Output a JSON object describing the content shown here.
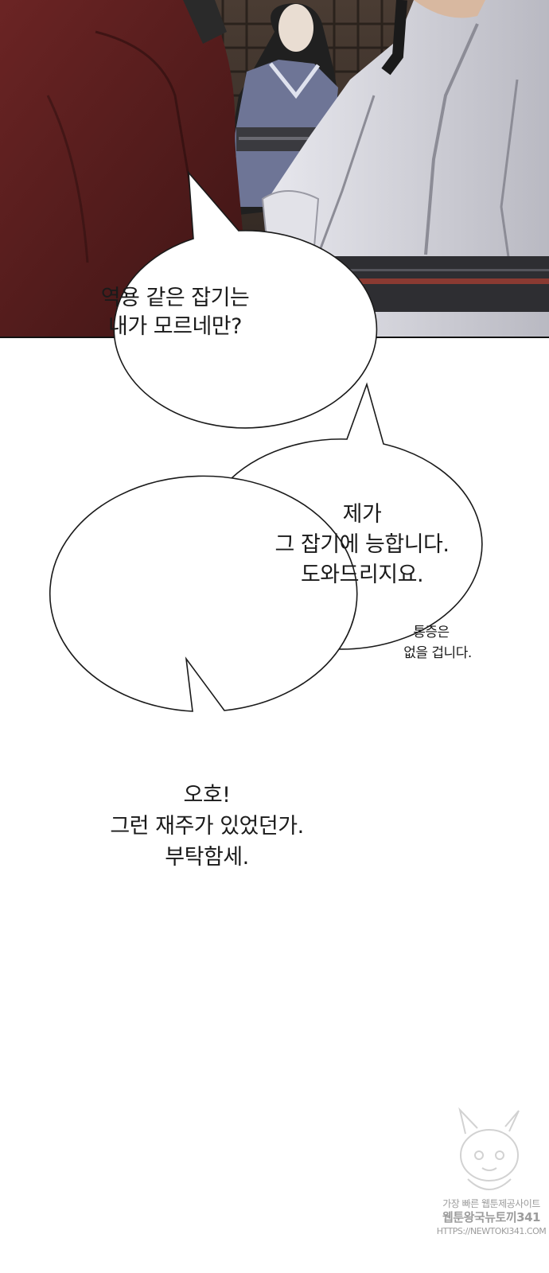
{
  "panel": {
    "icons": [
      "red-robed-figure",
      "woman-in-blue-robe",
      "man-in-white-robe",
      "wooden-lattice-background"
    ]
  },
  "bubbles": [
    {
      "lines": [
        "역용 같은 잡기는",
        "내가 모르네만?"
      ]
    },
    {
      "lines": [
        "제가",
        "그 잡기에 능합니다.",
        "도와드리지요."
      ]
    },
    {
      "lines": [
        "오호!",
        "그런 재주가 있었던가.",
        "부탁함세."
      ]
    }
  ],
  "aside": {
    "lines": [
      "통증은",
      "없을 겁니다."
    ]
  },
  "watermark": {
    "line1": "가장 빠른 웹툰제공사이트",
    "line2": "웹툰왕국뉴토끼341",
    "line3": "HTTPS://NEWTOKI341.COM"
  },
  "colors": {
    "red_robe": "#5a1f1f",
    "white_robe": "#d6d6dc",
    "blue_robe": "#6e7596",
    "background_wood": "#3a302a",
    "bubble_outline": "#1a1a1a"
  }
}
